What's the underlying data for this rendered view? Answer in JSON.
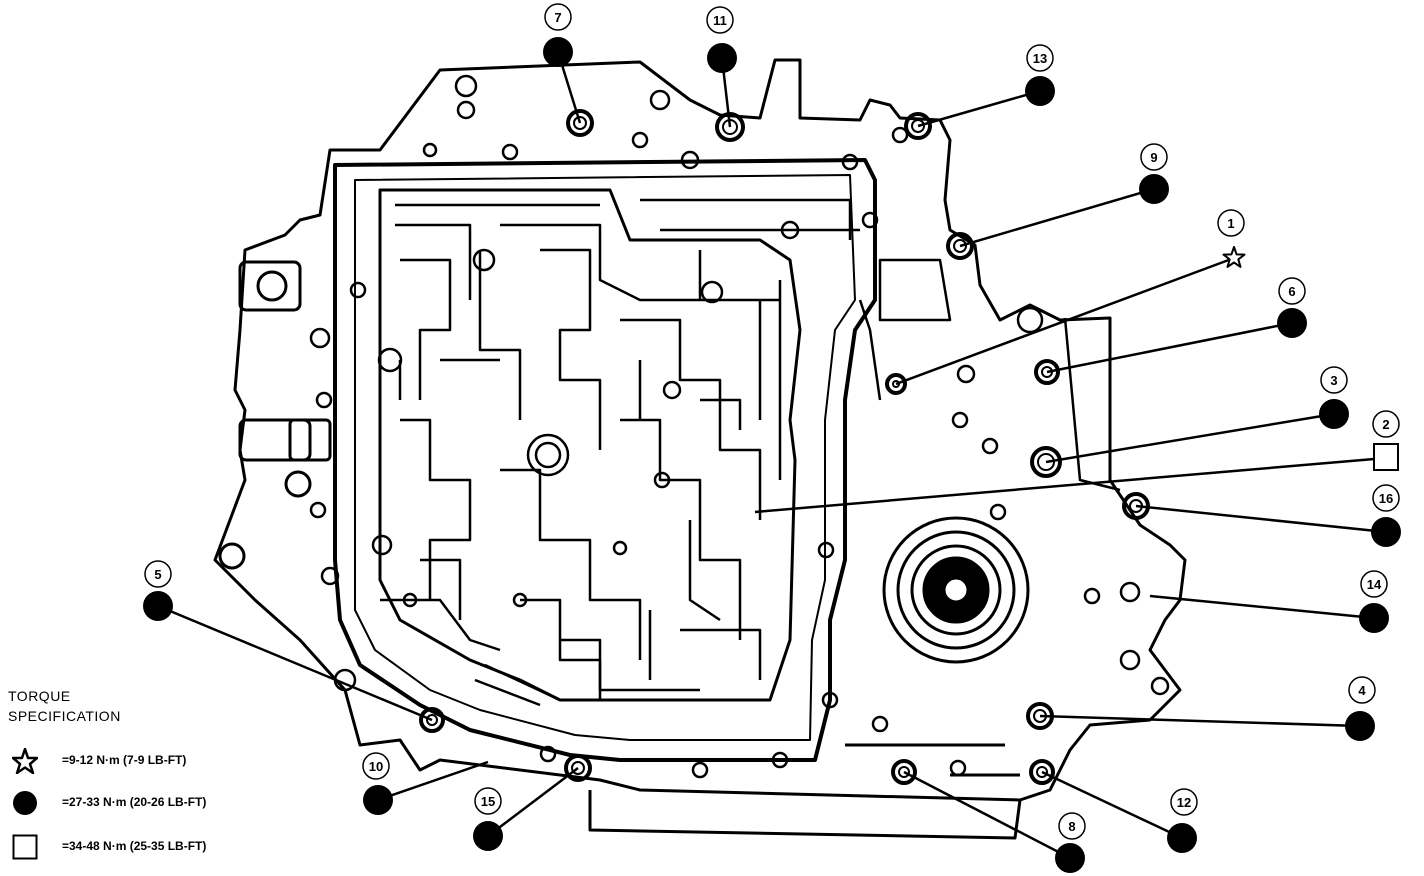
{
  "callouts": [
    {
      "id": "1",
      "label": "1",
      "marker": "star"
    },
    {
      "id": "2",
      "label": "2",
      "marker": "square"
    },
    {
      "id": "3",
      "label": "3",
      "marker": "dot"
    },
    {
      "id": "4",
      "label": "4",
      "marker": "dot"
    },
    {
      "id": "5",
      "label": "5",
      "marker": "dot"
    },
    {
      "id": "6",
      "label": "6",
      "marker": "dot"
    },
    {
      "id": "7",
      "label": "7",
      "marker": "dot"
    },
    {
      "id": "8",
      "label": "8",
      "marker": "dot"
    },
    {
      "id": "9",
      "label": "9",
      "marker": "dot"
    },
    {
      "id": "10",
      "label": "10",
      "marker": "dot"
    },
    {
      "id": "11",
      "label": "11",
      "marker": "dot"
    },
    {
      "id": "12",
      "label": "12",
      "marker": "dot"
    },
    {
      "id": "13",
      "label": "13",
      "marker": "dot"
    },
    {
      "id": "14",
      "label": "14",
      "marker": "dot"
    },
    {
      "id": "15",
      "label": "15",
      "marker": "dot"
    },
    {
      "id": "16",
      "label": "16",
      "marker": "dot"
    }
  ],
  "legend": {
    "title_line1": "TORQUE",
    "title_line2": "SPECIFICATION",
    "items": [
      {
        "symbol": "star",
        "text": "=9-12 N·m (7-9 LB-FT)"
      },
      {
        "symbol": "dot",
        "text": "=27-33 N·m (20-26 LB-FT)"
      },
      {
        "symbol": "square",
        "text": "=34-48 N·m (25-35 LB-FT)"
      }
    ]
  },
  "colors": {
    "ink": "#000000",
    "paper": "#ffffff"
  }
}
